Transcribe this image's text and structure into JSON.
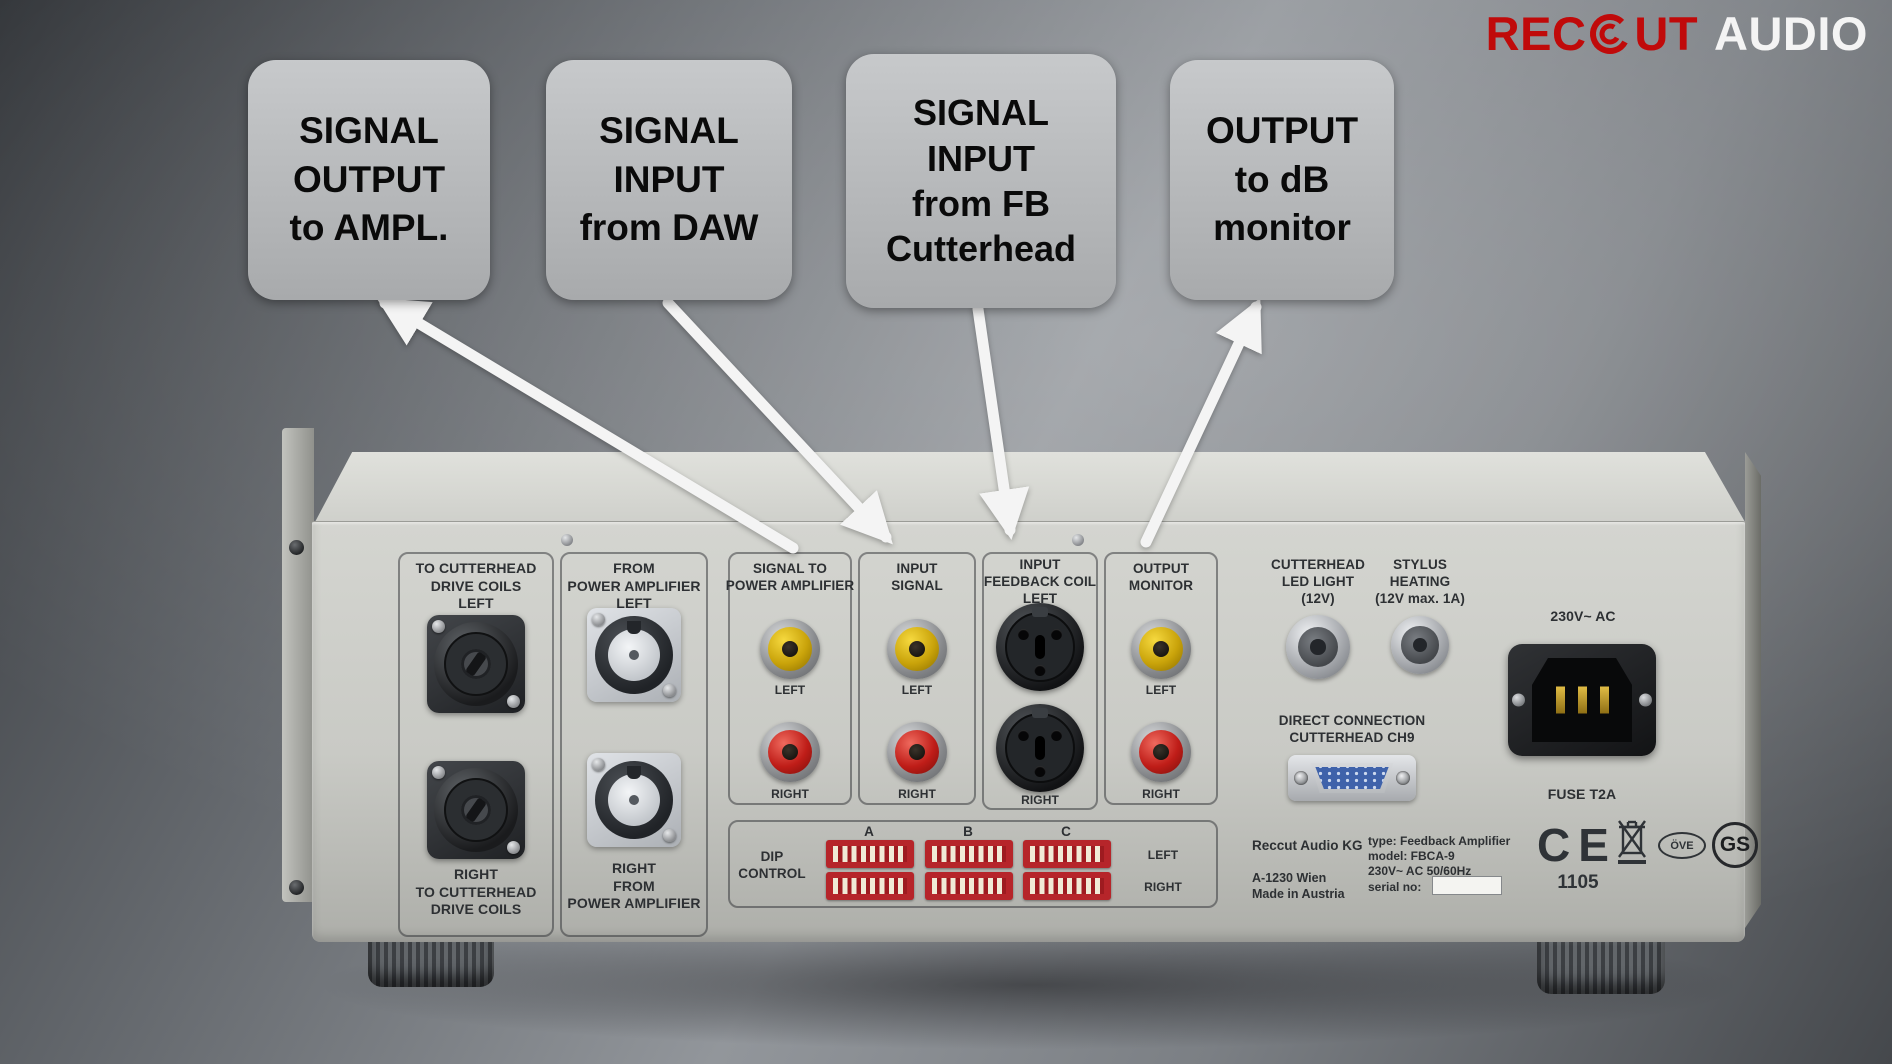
{
  "logo": {
    "rec": "REC",
    "ut": "UT",
    "audio": "AUDIO"
  },
  "callouts": [
    {
      "text": "SIGNAL\nOUTPUT\nto AMPL."
    },
    {
      "text": "SIGNAL\nINPUT\nfrom DAW"
    },
    {
      "text": "SIGNAL\nINPUT\nfrom FB\nCutterhead"
    },
    {
      "text": "OUTPUT\nto dB\nmonitor"
    }
  ],
  "panel": {
    "cutterhead_drive": {
      "top": "TO CUTTERHEAD\nDRIVE COILS\nLEFT",
      "bottom": "RIGHT\nTO CUTTERHEAD\nDRIVE COILS"
    },
    "from_power_amp": {
      "top": "FROM\nPOWER AMPLIFIER\nLEFT",
      "bottom": "RIGHT\nFROM\nPOWER AMPLIFIER"
    },
    "signal_to_power_amp": {
      "title": "SIGNAL TO\nPOWER AMPLIFIER",
      "left": "LEFT",
      "right": "RIGHT"
    },
    "input_signal": {
      "title": "INPUT\nSIGNAL",
      "left": "LEFT",
      "right": "RIGHT"
    },
    "input_feedback_coil": {
      "title": "INPUT\nFEEDBACK COIL\nLEFT",
      "right": "RIGHT"
    },
    "output_monitor": {
      "title": "OUTPUT\nMONITOR",
      "left": "LEFT",
      "right": "RIGHT"
    },
    "led_light": "CUTTERHEAD\nLED LIGHT\n(12V)",
    "stylus_heating": "STYLUS\nHEATING\n(12V max. 1A)",
    "direct_connection": "DIRECT CONNECTION\nCUTTERHEAD CH9",
    "dip": {
      "label": "DIP\nCONTROL",
      "a": "A",
      "b": "B",
      "c": "C",
      "left": "LEFT",
      "right": "RIGHT"
    },
    "mains": {
      "voltage": "230V~ AC",
      "fuse": "FUSE T2A"
    },
    "nameplate": {
      "company": "Reccut Audio KG",
      "city": "A-1230 Wien",
      "country": "Made in Austria",
      "type": "type: Feedback Amplifier",
      "model": "model: FBCA-9",
      "rating": "230V~ AC 50/60Hz",
      "serial": "serial no:"
    },
    "certs": {
      "ce": "CE",
      "code": "1105",
      "ove": "ÖVE",
      "gs": "GS"
    }
  },
  "colors": {
    "brand_red": "#c00a0a",
    "arrow_white": "#f4f4f4",
    "rca_yellow": "#d8b400",
    "rca_red": "#c01d18"
  }
}
